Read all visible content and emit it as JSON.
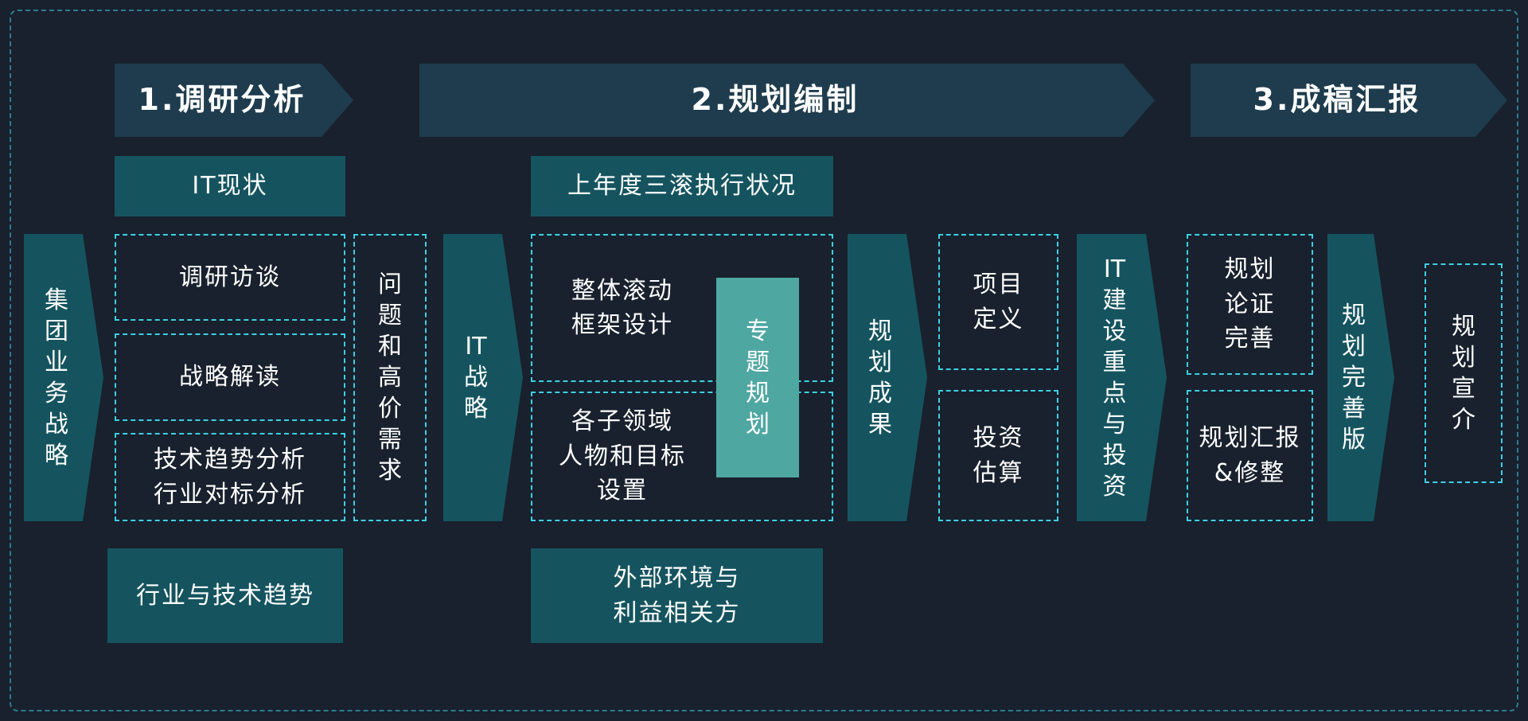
{
  "colors": {
    "background": "#18212d",
    "banner": "#1e3c4d",
    "solid_box": "#15545f",
    "highlight_box": "#4fa7a2",
    "dashed_border": "#3ecfe3",
    "text": "#ffffff"
  },
  "phases": [
    {
      "label": "1.调研分析"
    },
    {
      "label": "2.规划编制"
    },
    {
      "label": "3.成稿汇报"
    }
  ],
  "nodes": {
    "group_business_strategy": {
      "label": "集\n团\n业\n务\n战\n略"
    },
    "it_status": {
      "label": "IT现状"
    },
    "research_interviews": {
      "label": "调研访谈"
    },
    "strategy_interpretation": {
      "label": "战略解读"
    },
    "tech_trend_benchmark": {
      "label": "技术趋势分析\n行业对标分析"
    },
    "industry_tech_trends": {
      "label": "行业与技术趋势"
    },
    "problems_high_value_needs": {
      "label": "问\n题\n和\n高\n价\n需\n求"
    },
    "it_strategy": {
      "label": "IT\n战\n略"
    },
    "last_year_rolling_execution": {
      "label": "上年度三滚执行状况"
    },
    "overall_rolling_framework": {
      "label": "整体滚动\n框架设计"
    },
    "subdomain_tasks_goals": {
      "label": "各子领域\n人物和目标\n设置"
    },
    "special_topic_planning": {
      "label": "专\n题\n规\n划"
    },
    "external_env_stakeholders": {
      "label": "外部环境与\n利益相关方"
    },
    "planning_results": {
      "label": "规\n划\n成\n果"
    },
    "project_definition": {
      "label": "项目\n定义"
    },
    "investment_estimation": {
      "label": "投资\n估算"
    },
    "it_construction_focus_investment": {
      "label": "IT\n建\n设\n重\n点\n与\n投\n资"
    },
    "planning_verification_improvement": {
      "label": "规划\n论证\n完善"
    },
    "planning_report_revision": {
      "label": "规划汇报\n&修整"
    },
    "planning_improved_version": {
      "label": "规\n划\n完\n善\n版"
    },
    "planning_promotion": {
      "label": "规\n划\n宣\n介"
    }
  }
}
